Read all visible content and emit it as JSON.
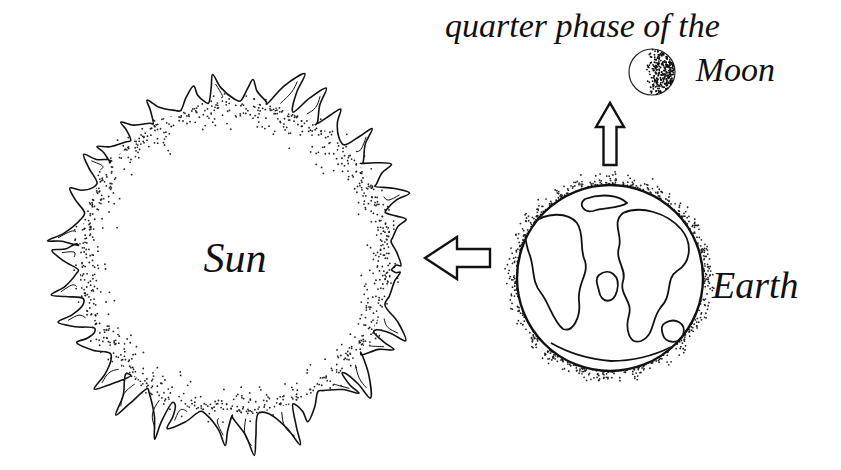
{
  "diagram": {
    "nodes": [
      {
        "text": [
          "quarter phase of the Moon"
        ]
      },
      {
        "text": [
          "Sun"
        ]
      },
      {
        "text": [
          "Earth"
        ]
      }
    ],
    "edges": [
      {
        "from": 2,
        "to": 1,
        "arrow": "to"
      },
      {
        "from": 2,
        "to": 0,
        "arrow": "to"
      }
    ]
  }
}
